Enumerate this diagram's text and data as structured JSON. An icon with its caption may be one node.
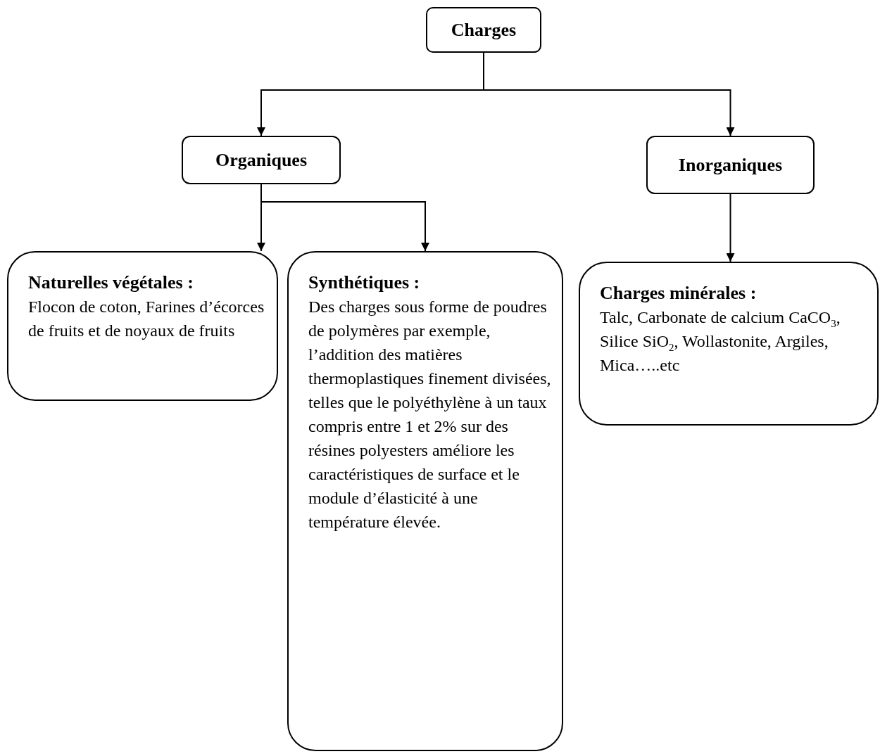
{
  "diagram": {
    "nodes": [
      {
        "text": [
          "Charges"
        ]
      },
      {
        "text": [
          "Organiques"
        ]
      },
      {
        "text": [
          "Inorganiques"
        ]
      },
      {
        "text": [
          "Naturelles végétales :",
          "Flocon de coton, Farines d’écorces de fruits et de noyaux de fruits"
        ]
      },
      {
        "text": [
          "Synthétiques :",
          "Des charges sous forme de poudres de polymères par exemple, l’addition des matières thermoplastiques finement divisées, telles que le polyéthylène à un taux compris entre 1 et 2% sur des résines polyesters améliore les caractéristiques de surface et le module d’élasticité à une température élevée."
        ]
      },
      {
        "text": [
          "Charges minérales :",
          "Talc, Carbonate de calcium CaCO$_{3}$, Silice SiO$_{2}$, Wollastonite, Argiles, Mica…..etc"
        ]
      }
    ],
    "edges": [
      {
        "from": 0,
        "to": 1,
        "arrow": "to"
      },
      {
        "from": 0,
        "to": 2,
        "arrow": "to"
      },
      {
        "from": 1,
        "to": 3,
        "arrow": "to"
      },
      {
        "from": 1,
        "to": 4,
        "arrow": "to"
      },
      {
        "from": 2,
        "to": 5,
        "arrow": "to"
      }
    ]
  }
}
